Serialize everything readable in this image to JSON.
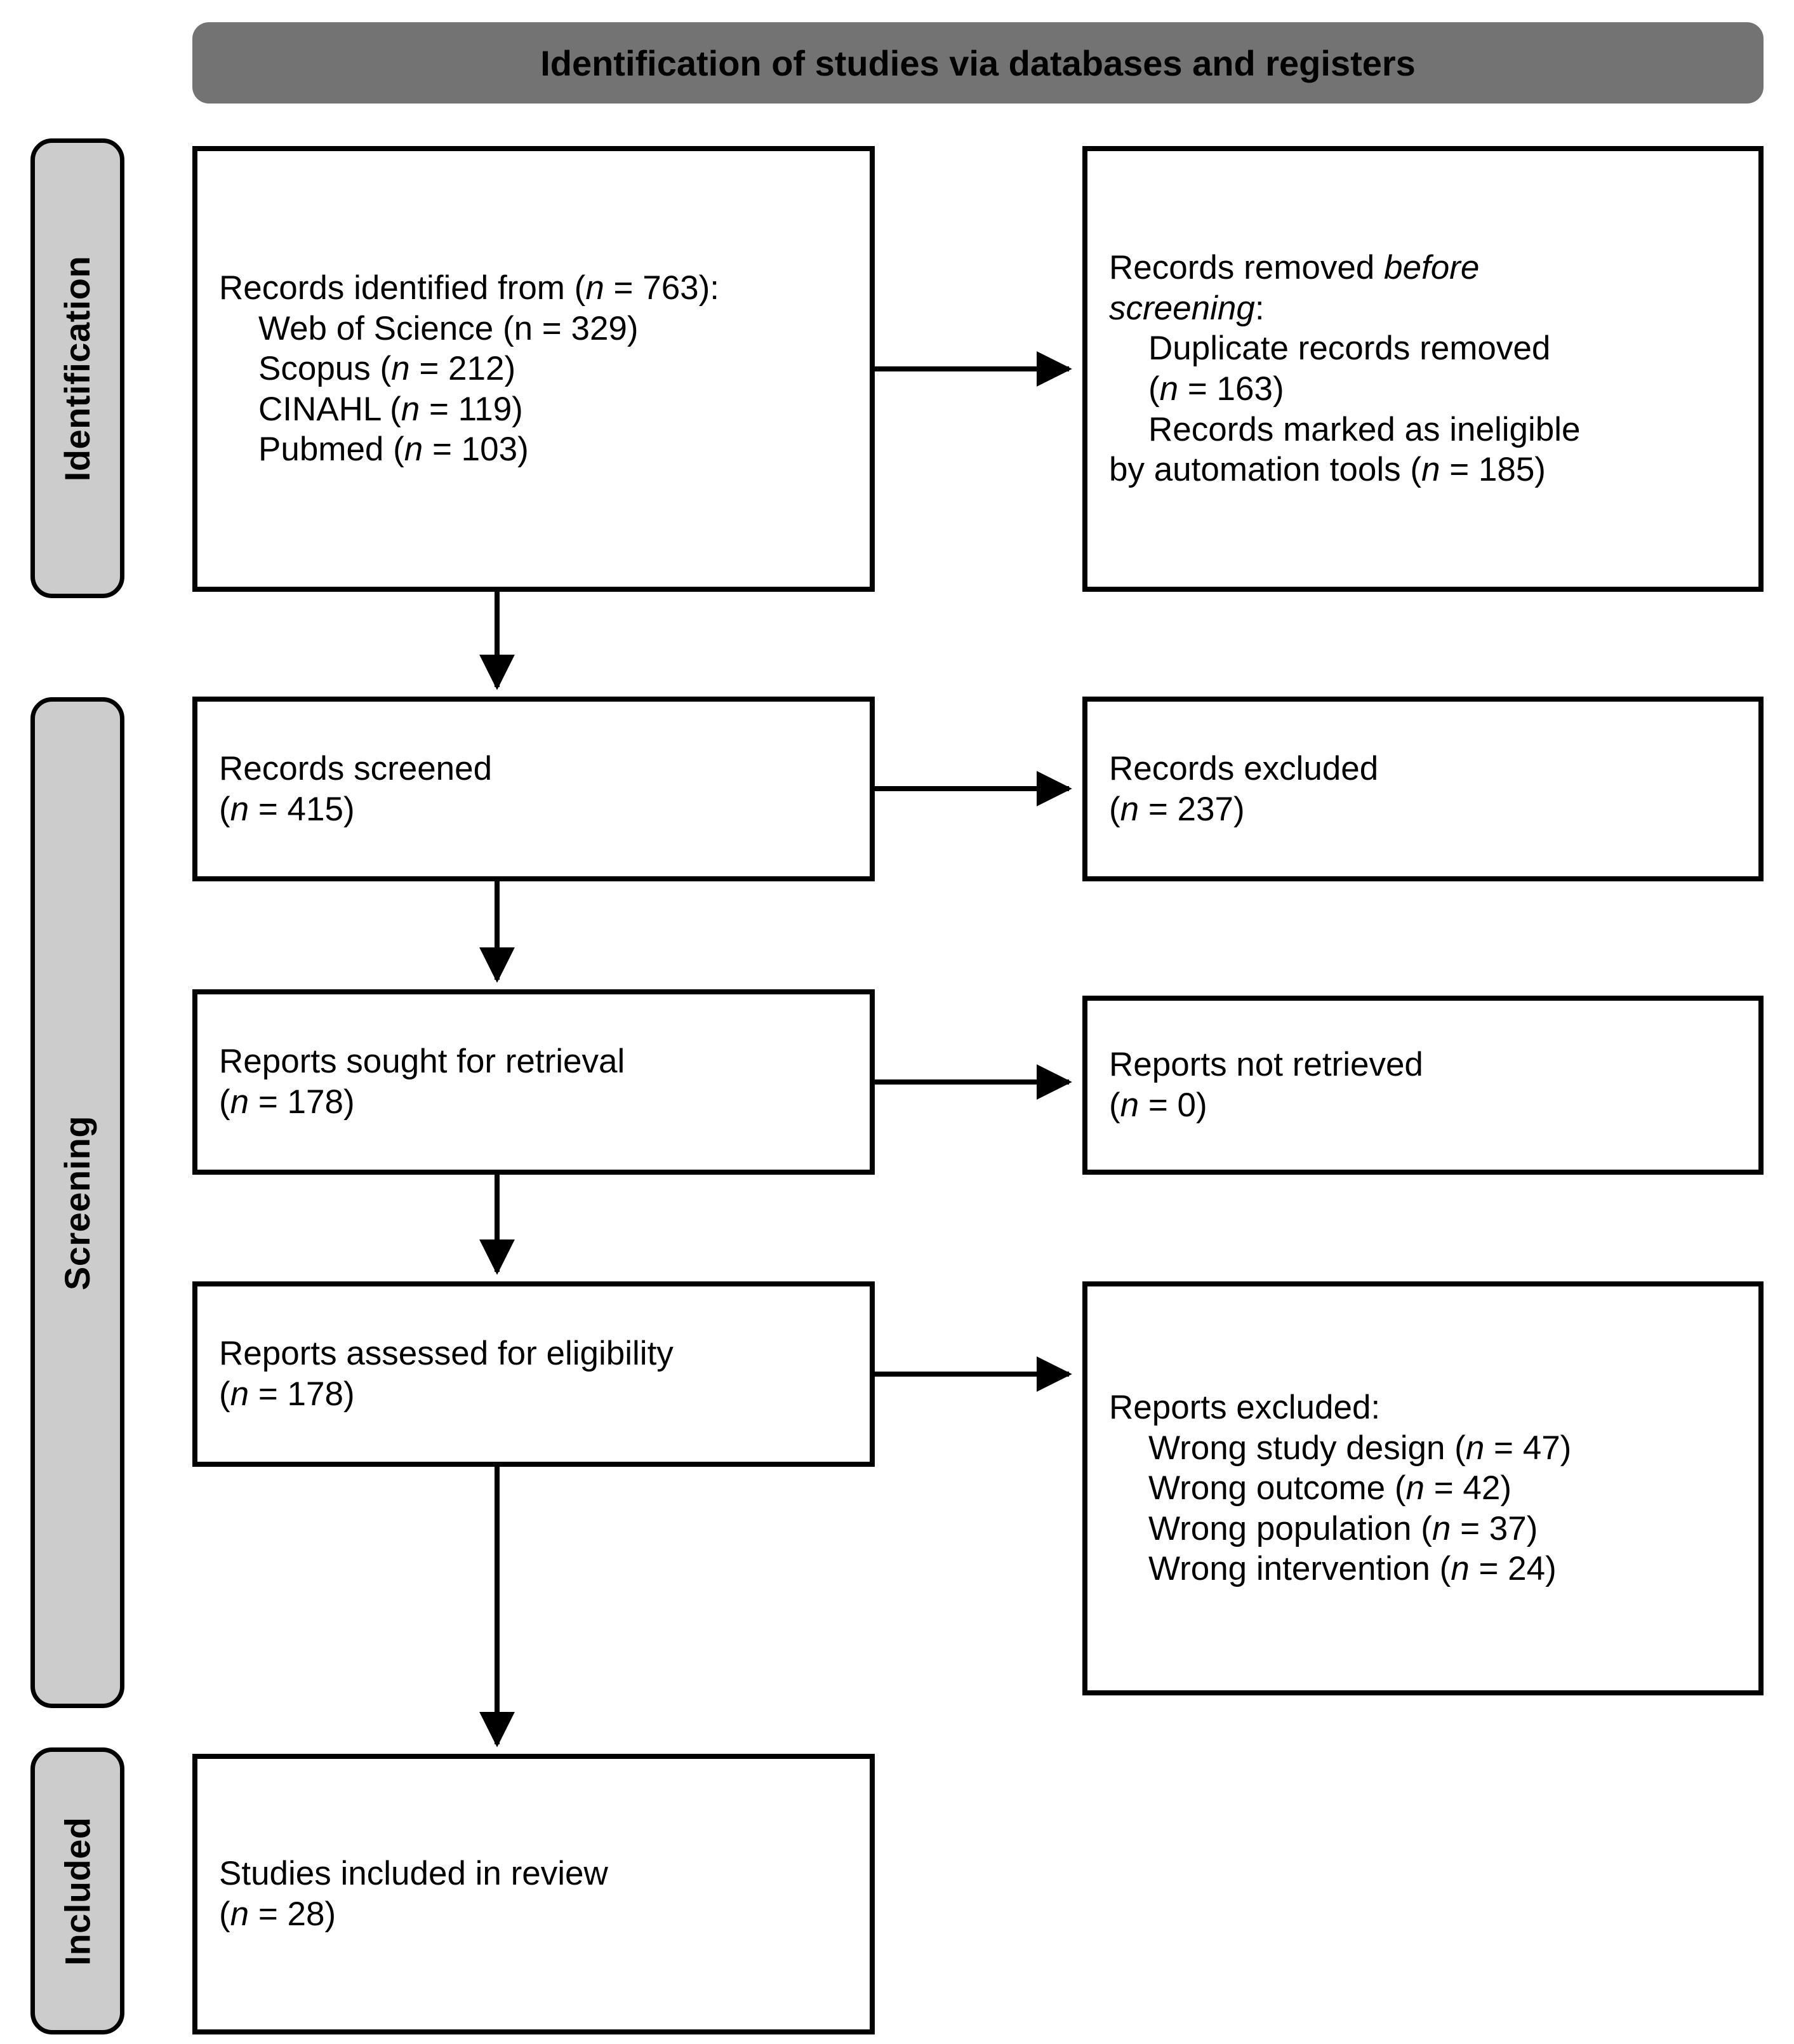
{
  "header": {
    "title": "Identification of studies via databases and registers"
  },
  "stages": [
    {
      "id": "identification",
      "label": "Identification"
    },
    {
      "id": "screening",
      "label": "Screening"
    },
    {
      "id": "included",
      "label": "Included"
    }
  ],
  "boxes": {
    "records_identified": {
      "lines": [
        {
          "text": "Records identified from (n = 763):",
          "indent": false,
          "italic_n": true
        },
        {
          "text": "Web of Science (n = 329)",
          "indent": true,
          "italic_n": false
        },
        {
          "text": "Scopus (n = 212)",
          "indent": true,
          "italic_n": true
        },
        {
          "text": "CINAHL (n = 119)",
          "indent": true,
          "italic_n": true
        },
        {
          "text": "Pubmed (n = 103)",
          "indent": true,
          "italic_n": true
        }
      ],
      "l0": "Records identified from (",
      "l0n": "n",
      "l0b": " = 763):",
      "l1": "Web of Science (n = 329)",
      "l2a": "Scopus (",
      "l2n": "n",
      "l2b": " = 212)",
      "l3a": "CINAHL (",
      "l3n": "n",
      "l3b": " = 119)",
      "l4a": "Pubmed (",
      "l4n": "n",
      "l4b": " = 103)"
    },
    "records_removed": {
      "l0a": "Records removed ",
      "l0i": "before",
      "l1i": "screening",
      "l1b": ":",
      "l2": "Duplicate records removed",
      "l3a": "(",
      "l3n": "n",
      "l3b": " = 163)",
      "l4": "Records marked as ineligible",
      "l5a": "by automation tools (",
      "l5n": "n",
      "l5b": " = 185)"
    },
    "records_screened": {
      "l0": "Records screened",
      "l1a": "(",
      "l1n": "n",
      "l1b": " = 415)"
    },
    "records_excluded": {
      "l0": "Records excluded",
      "l1a": "(",
      "l1n": "n",
      "l1b": " = 237)"
    },
    "reports_sought": {
      "l0": "Reports sought for retrieval",
      "l1a": "(",
      "l1n": "n",
      "l1b": " = 178)"
    },
    "reports_not_retrieved": {
      "l0": "Reports not retrieved",
      "l1a": "(",
      "l1n": "n",
      "l1b": " = 0)"
    },
    "reports_assessed": {
      "l0": "Reports assessed for eligibility",
      "l1a": "(",
      "l1n": "n",
      "l1b": " = 178)"
    },
    "reports_excluded": {
      "l0": "Reports excluded:",
      "l1a": "Wrong study design (",
      "l1n": "n",
      "l1b": " = 47)",
      "l2a": "Wrong outcome (",
      "l2n": "n",
      "l2b": " = 42)",
      "l3a": "Wrong population (",
      "l3n": "n",
      "l3b": " = 37)",
      "l4a": "Wrong intervention (",
      "l4n": "n",
      "l4b": " = 24)"
    },
    "studies_included": {
      "l0": "Studies included in review",
      "l1a": "(",
      "l1n": "n",
      "l1b": " = 28)"
    }
  },
  "chart_data": {
    "type": "diagram",
    "title": "Identification of studies via databases and registers",
    "nodes": [
      {
        "id": "records_identified",
        "stage": "Identification",
        "column": "left",
        "label": "Records identified from",
        "n": 763,
        "sources": [
          {
            "name": "Web of Science",
            "n": 329
          },
          {
            "name": "Scopus",
            "n": 212
          },
          {
            "name": "CINAHL",
            "n": 119
          },
          {
            "name": "Pubmed",
            "n": 103
          }
        ]
      },
      {
        "id": "records_removed",
        "stage": "Identification",
        "column": "right",
        "label": "Records removed before screening",
        "reasons": [
          {
            "name": "Duplicate records removed",
            "n": 163
          },
          {
            "name": "Records marked as ineligible by automation tools",
            "n": 185
          }
        ]
      },
      {
        "id": "records_screened",
        "stage": "Screening",
        "column": "left",
        "label": "Records screened",
        "n": 415
      },
      {
        "id": "records_excluded",
        "stage": "Screening",
        "column": "right",
        "label": "Records excluded",
        "n": 237
      },
      {
        "id": "reports_sought",
        "stage": "Screening",
        "column": "left",
        "label": "Reports sought for retrieval",
        "n": 178
      },
      {
        "id": "reports_not_retrieved",
        "stage": "Screening",
        "column": "right",
        "label": "Reports not retrieved",
        "n": 0
      },
      {
        "id": "reports_assessed",
        "stage": "Screening",
        "column": "left",
        "label": "Reports assessed for eligibility",
        "n": 178
      },
      {
        "id": "reports_excluded",
        "stage": "Screening",
        "column": "right",
        "label": "Reports excluded",
        "reasons": [
          {
            "name": "Wrong study design",
            "n": 47
          },
          {
            "name": "Wrong outcome",
            "n": 42
          },
          {
            "name": "Wrong population",
            "n": 37
          },
          {
            "name": "Wrong intervention",
            "n": 24
          }
        ]
      },
      {
        "id": "studies_included",
        "stage": "Included",
        "column": "left",
        "label": "Studies included in review",
        "n": 28
      }
    ],
    "edges": [
      {
        "from": "records_identified",
        "to": "records_removed",
        "direction": "right"
      },
      {
        "from": "records_identified",
        "to": "records_screened",
        "direction": "down"
      },
      {
        "from": "records_screened",
        "to": "records_excluded",
        "direction": "right"
      },
      {
        "from": "records_screened",
        "to": "reports_sought",
        "direction": "down"
      },
      {
        "from": "reports_sought",
        "to": "reports_not_retrieved",
        "direction": "right"
      },
      {
        "from": "reports_sought",
        "to": "reports_assessed",
        "direction": "down"
      },
      {
        "from": "reports_assessed",
        "to": "reports_excluded",
        "direction": "right"
      },
      {
        "from": "reports_assessed",
        "to": "studies_included",
        "direction": "down"
      }
    ],
    "colors": {
      "banner": "#737373",
      "stage_band": "#cccccc",
      "border": "#000000",
      "box_fill": "#ffffff"
    }
  }
}
